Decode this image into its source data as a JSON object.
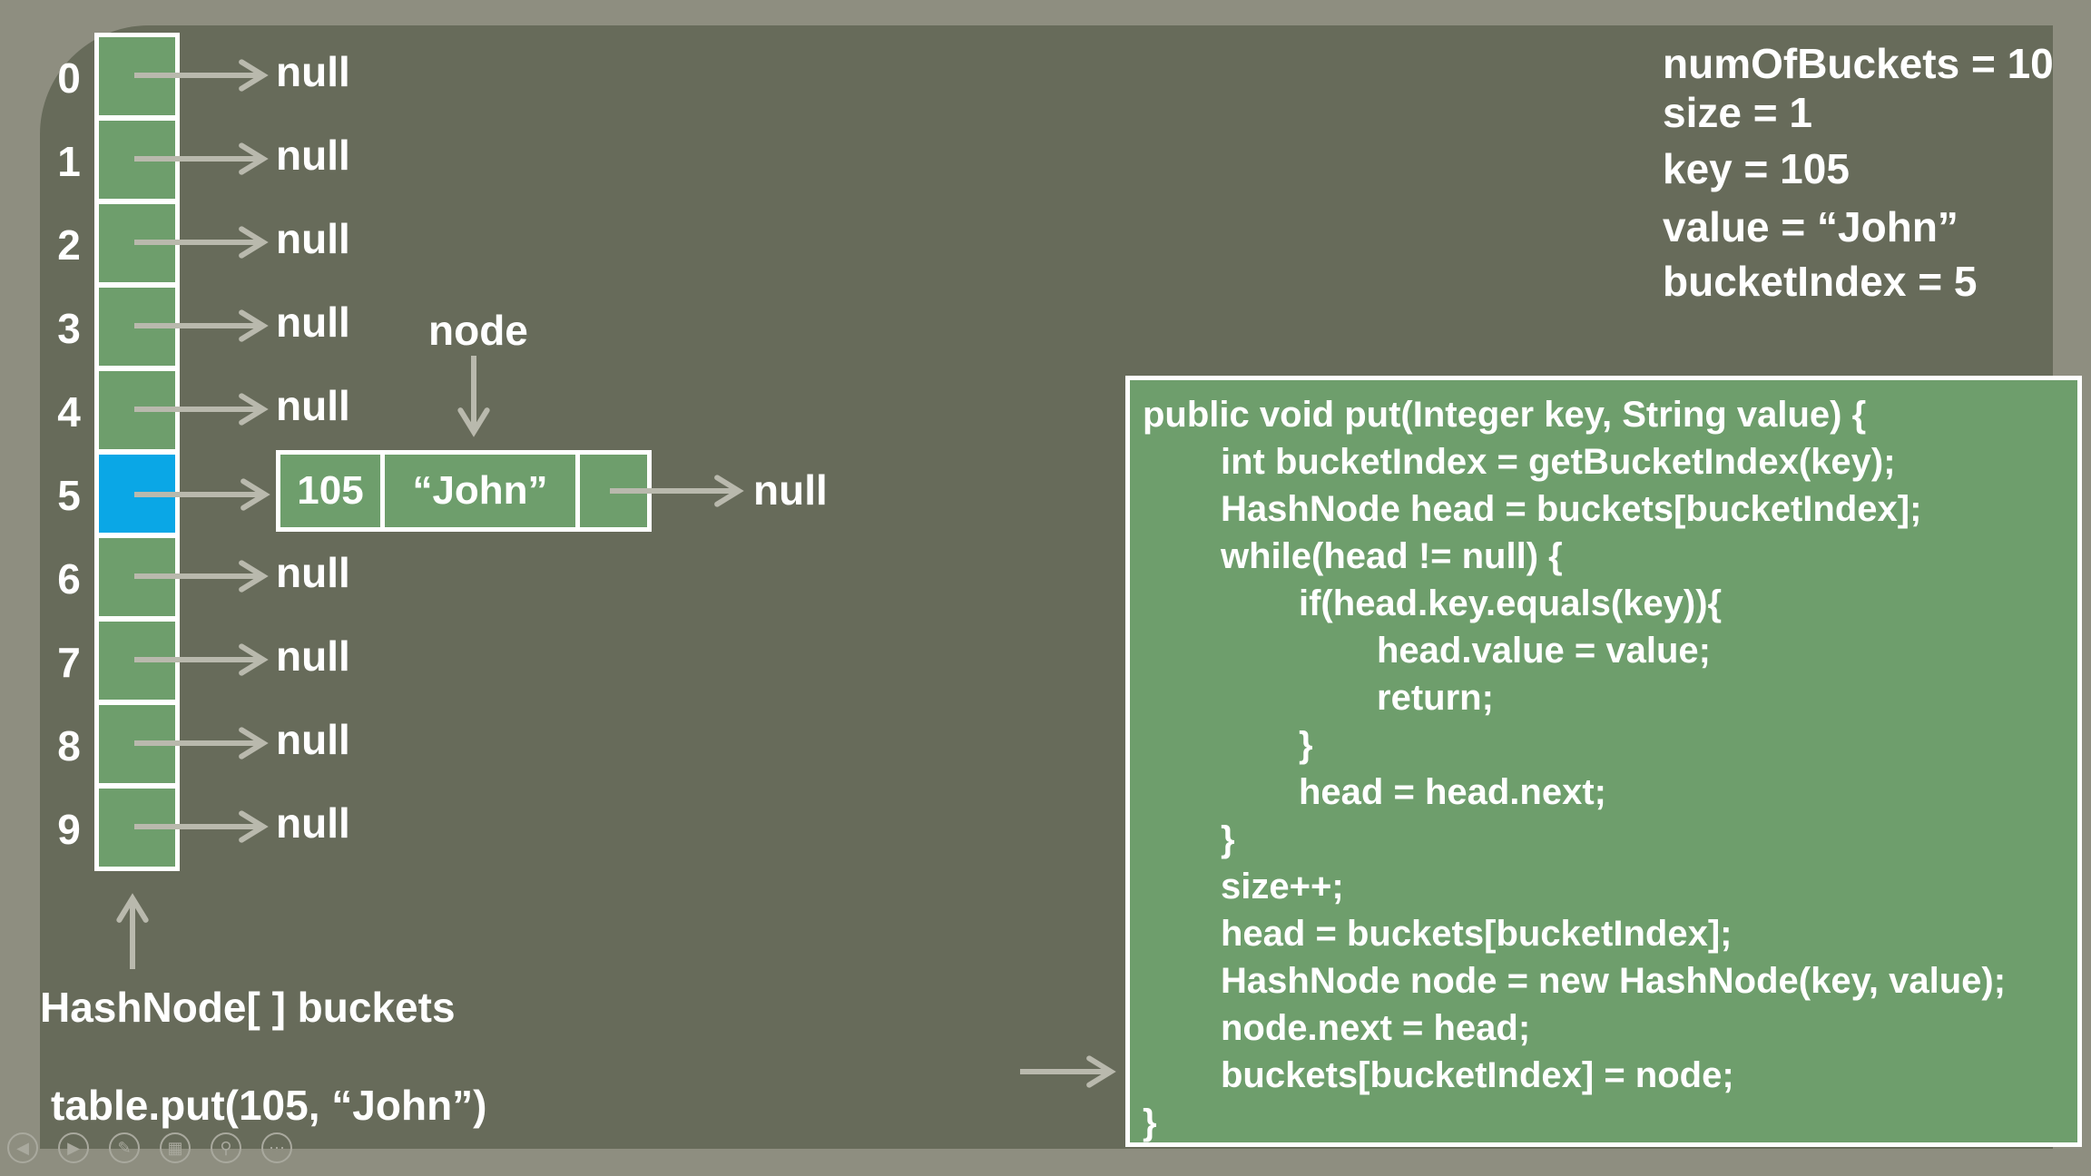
{
  "bucket_indices": [
    "0",
    "1",
    "2",
    "3",
    "4",
    "5",
    "6",
    "7",
    "8",
    "9"
  ],
  "highlighted_bucket": 5,
  "null_label": "null",
  "node": {
    "label": "node",
    "key": "105",
    "value": "“John”",
    "next_label": "null"
  },
  "array_label": "HashNode[ ] buckets",
  "call_label": "table.put(105, “John”)",
  "variables": {
    "num_of_buckets": "numOfBuckets = 10",
    "size": "size = 1",
    "key": "key = 105",
    "value": "value = “John”",
    "bucket_index": "bucketIndex = 5"
  },
  "code_lines": [
    "public void put(Integer key, String value) {",
    "int bucketIndex = getBucketIndex(key);",
    "HashNode head = buckets[bucketIndex];",
    "while(head != null) {",
    "if(head.key.equals(key)){",
    "head.value = value;",
    "return;",
    "}",
    "head = head.next;",
    "}",
    "size++;",
    "head = buckets[bucketIndex];",
    "HashNode node = new HashNode(key, value);",
    "node.next = head;",
    "buckets[bucketIndex] = node;",
    "}"
  ],
  "code_indent_levels": [
    0,
    1,
    1,
    1,
    2,
    3,
    3,
    2,
    2,
    1,
    1,
    1,
    1,
    1,
    1,
    0
  ],
  "colors": {
    "bucket_fill": "#6e9e6c",
    "bucket_active": "#0aa7e6",
    "background": "#676b5a",
    "arrow": "#b9b9ad"
  },
  "toolbar_icons": [
    "prev-icon",
    "next-icon",
    "pen-icon",
    "slides-icon",
    "zoom-icon",
    "more-icon"
  ]
}
